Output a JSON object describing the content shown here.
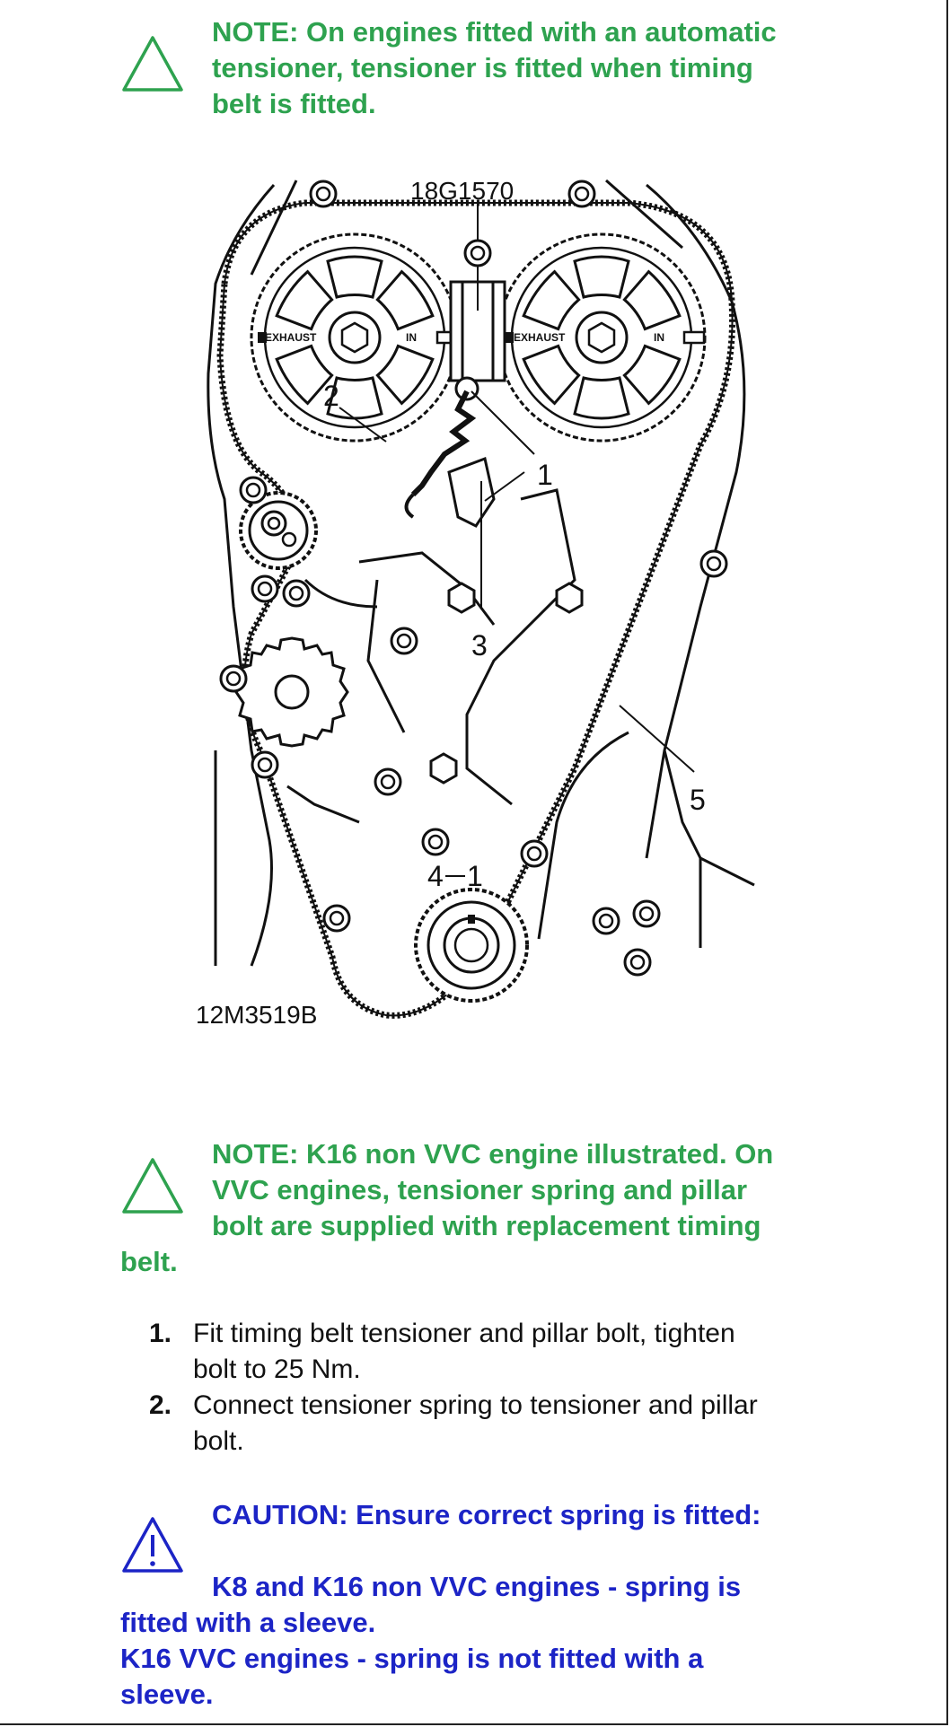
{
  "note1": {
    "lines": [
      "NOTE: On engines fitted with an automatic",
      "tensioner, tensioner is fitted when timing",
      "belt is fitted."
    ]
  },
  "diagram": {
    "tool_label": "18G1570",
    "ref_label": "12M3519B",
    "pulley_labels": [
      "EXHAUST",
      "IN",
      "EXHAUST",
      "IN"
    ],
    "callouts": [
      "1",
      "2",
      "3",
      "4",
      "5"
    ]
  },
  "note2": {
    "lines": [
      "NOTE: K16 non VVC engine illustrated. On",
      "VVC engines, tensioner spring and pillar",
      "bolt are supplied with replacement timing",
      "belt."
    ]
  },
  "steps": [
    {
      "num": "1.",
      "lines": [
        "Fit timing belt tensioner and pillar bolt, tighten",
        "bolt to 25 Nm."
      ]
    },
    {
      "num": "2.",
      "lines": [
        "Connect tensioner spring to tensioner and pillar",
        "bolt."
      ]
    }
  ],
  "caution": {
    "lines": [
      "CAUTION: Ensure correct spring is fitted:",
      "K8 and K16 non VVC engines - spring is",
      "fitted with a sleeve.",
      "K16 VVC engines - spring is not fitted with a",
      "sleeve."
    ]
  },
  "colors": {
    "note": "#2ea24f",
    "caution": "#1c24c6"
  }
}
